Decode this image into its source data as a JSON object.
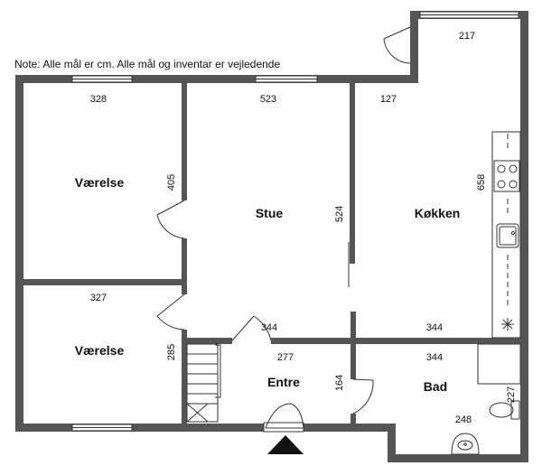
{
  "note": "Note: Alle mål er cm. Alle mål og inventar er vejledende",
  "colors": {
    "wall": "#555555",
    "line": "#333333",
    "background": "#ffffff"
  },
  "rooms": {
    "vaerelse_top": "Værelse",
    "vaerelse_bottom": "Værelse",
    "stue": "Stue",
    "koekken": "Køkken",
    "entre": "Entre",
    "bad": "Bad"
  },
  "dimensions": {
    "vaerelse_top_width": "328",
    "vaerelse_top_depth": "405",
    "stue_width": "523",
    "stue_depth": "524",
    "koekken_width": "127",
    "koekken_depth": "658",
    "top_extension_width": "217",
    "vaerelse_bottom_width": "327",
    "vaerelse_bottom_depth": "285",
    "entre_width_upper": "344",
    "entre_width": "277",
    "entre_depth": "164",
    "koekken_lower_width": "344",
    "bad_width": "344",
    "bad_depth": "227",
    "bad_lower_width": "248"
  },
  "icons": {
    "entrance": "entrance-arrow-icon",
    "stove": "stove-icon",
    "sink": "sink-icon",
    "fan": "extractor-fan-icon",
    "toilet": "toilet-icon",
    "washbasin": "washbasin-icon"
  }
}
